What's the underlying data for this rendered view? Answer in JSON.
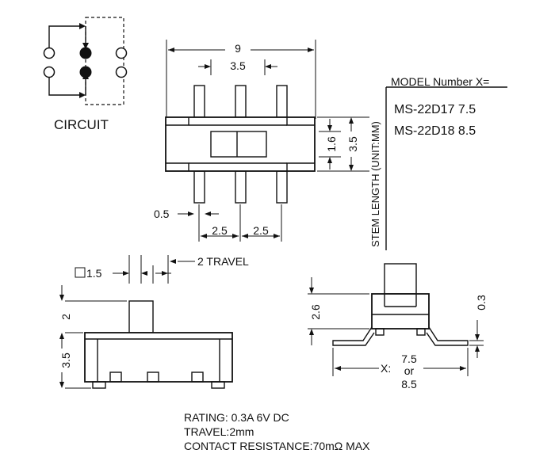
{
  "circuit": {
    "label": "CIRCUIT"
  },
  "top_view": {
    "dim_width": "9",
    "dim_pin_span": "3.5",
    "dim_side_left": "1.6",
    "dim_side_right": "3.5",
    "dim_pin_width": "0.5",
    "dim_pitch_a": "2.5",
    "dim_pitch_b": "2.5"
  },
  "stem_label": "STEM LENGTH (UNIT:MM)",
  "model_table": {
    "header": "MODEL Number X=",
    "rows": [
      "MS-22D17 7.5",
      "MS-22D18 8.5"
    ]
  },
  "front_view": {
    "dim_actuator": "1.5",
    "dim_actuator_prefix": "□",
    "dim_travel": "2 TRAVEL",
    "dim_actuator_height": "2",
    "dim_body_height": "3.5"
  },
  "side_view": {
    "dim_height": "2.6",
    "dim_thickness": "0.3",
    "dim_x_label": "X:",
    "dim_x_value1": "7.5",
    "dim_x_or": "or",
    "dim_x_value2": "8.5"
  },
  "specs": {
    "rating": "RATING: 0.3A 6V DC",
    "travel": "TRAVEL:2mm",
    "resistance": "CONTACT RESISTANCE:70mΩ MAX"
  }
}
